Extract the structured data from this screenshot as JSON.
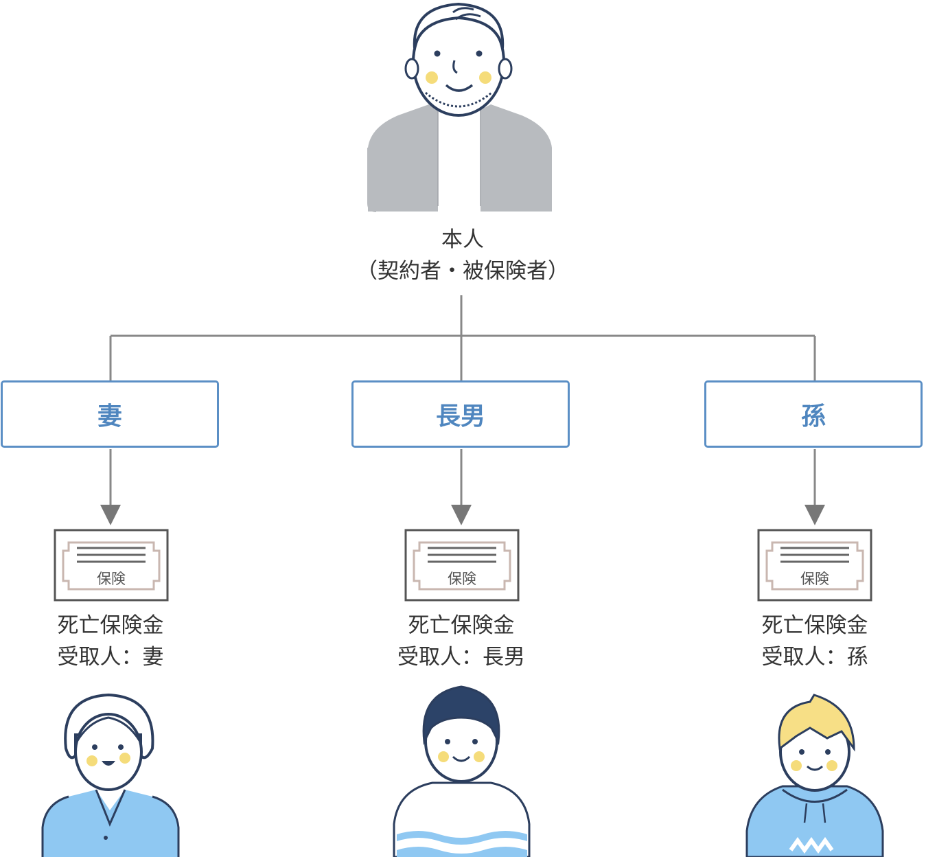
{
  "principal": {
    "line1": "本人",
    "line2": "（契約者・被保険者）"
  },
  "beneficiaries": [
    {
      "box_label": "妻",
      "cert_label": "保険",
      "line1": "死亡保険金",
      "line2": "受取人：妻"
    },
    {
      "box_label": "長男",
      "cert_label": "保険",
      "line1": "死亡保険金",
      "line2": "受取人：長男"
    },
    {
      "box_label": "孫",
      "cert_label": "保険",
      "line1": "死亡保険金",
      "line2": "受取人：孫"
    }
  ],
  "colors": {
    "box_border": "#5b8fc5",
    "box_text": "#4f86bf",
    "connector": "#888888",
    "blue_clothes": "#8fc8f2",
    "gray_clothes": "#b8bbbf",
    "outline": "#2c3e5e",
    "cheek": "#f5dc7a"
  }
}
